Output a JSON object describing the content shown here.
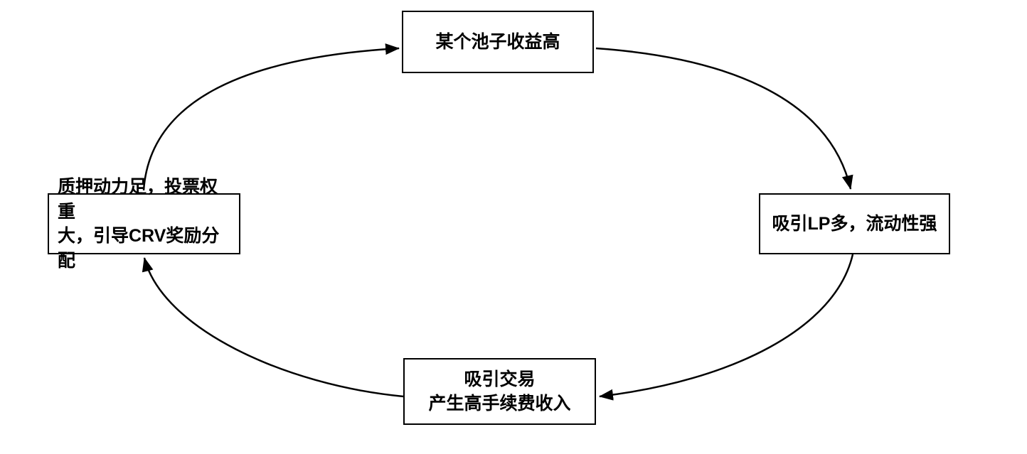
{
  "diagram": {
    "type": "cycle-flowchart",
    "background_color": "#ffffff",
    "stroke_color": "#000000",
    "text_color": "#000000",
    "node_fill": "#ffffff",
    "node_border_color": "#000000",
    "nodes": {
      "top": {
        "label": "某个池子收益高"
      },
      "right": {
        "label": "吸引LP多，流动性强"
      },
      "bottom": {
        "label": "吸引交易\n产生高手续费收入"
      },
      "left": {
        "label": "质押动力足，投票权重\n大，引导CRV奖励分配"
      }
    },
    "edges": [
      {
        "from": "left",
        "to": "top",
        "arrowhead": "right"
      },
      {
        "from": "top",
        "to": "right",
        "arrowhead": "down"
      },
      {
        "from": "right",
        "to": "bottom",
        "arrowhead": "left"
      },
      {
        "from": "bottom",
        "to": "left",
        "arrowhead": "up"
      }
    ]
  }
}
